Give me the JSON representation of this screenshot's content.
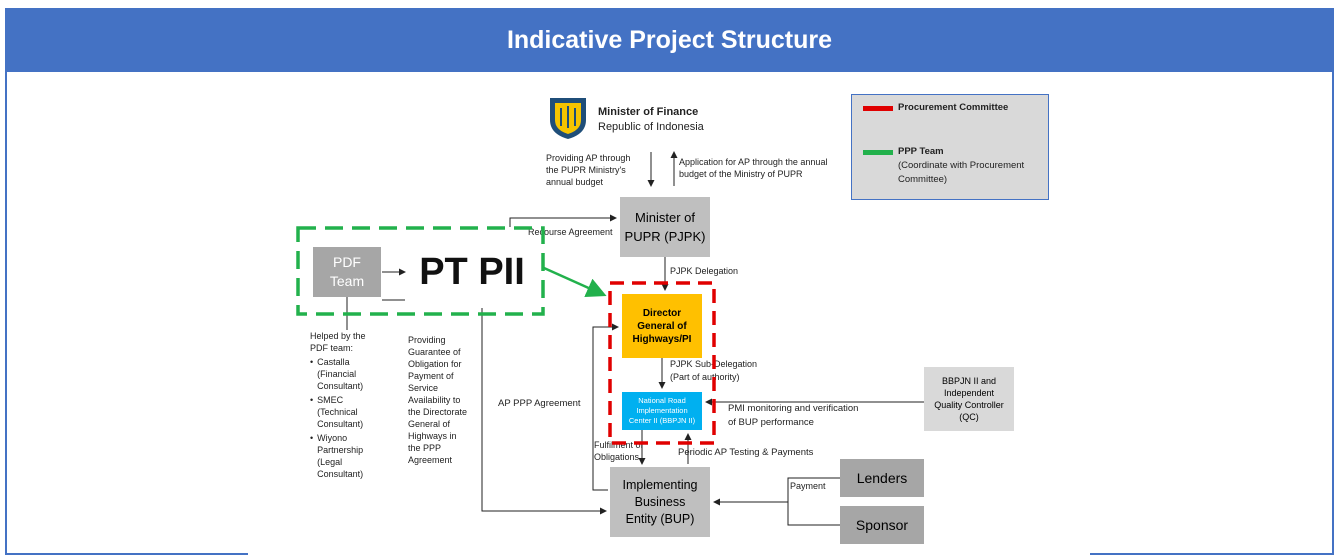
{
  "header": {
    "title": "Indicative Project Structure"
  },
  "minister_finance": {
    "name": "Minister of Finance",
    "country": "Republic of Indonesia"
  },
  "legend": {
    "procurement": {
      "label": "Procurement Committee",
      "color": "#e00000"
    },
    "ppp": {
      "label": "PPP Team",
      "note": "(Coordinate with Procurement\nCommittee)",
      "color": "#22b14c"
    }
  },
  "notes": {
    "providing_ap": "Providing AP through\nthe PUPR Ministry's\nannual budget",
    "application_ap": "Application for AP through the annual\nbudget of the Ministry of PUPR",
    "recourse": "Recourse Agreement",
    "pjpk_delegation": "PJPK Delegation",
    "pjpk_sub": "PJPK Sub-Delegation\n(Part of authority)",
    "pmi": "PMI monitoring and verification\nof BUP performance",
    "ap_ppp": "AP PPP Agreement",
    "fulfilment": "Fulfilment of\nObligations",
    "periodic": "Periodic AP Testing & Payments",
    "payment": "Payment",
    "helped": "Helped by the\nPDF team:",
    "guarantee": "Providing\nGuarantee of\nObligation for\nPayment of\nService\nAvailability to\nthe Directorate\nGeneral of\nHighways in\nthe PPP\nAgreement"
  },
  "consultants": [
    {
      "bullet": "•",
      "text": "Castalla\n(Financial\nConsultant)"
    },
    {
      "bullet": "•",
      "text": "SMEC\n(Technical\nConsultant)"
    },
    {
      "bullet": "•",
      "text": "Wiyono\nPartnership\n(Legal\nConsultant)"
    }
  ],
  "boxes": {
    "minister_pupr": "Minister of\nPUPR (PJPK)",
    "pdf_team": "PDF\nTeam",
    "pt_pii": "PT PII",
    "director": "Director\nGeneral of\nHighways/PI",
    "national_road": "National Road\nImplementation\nCenter II (BBPJN II)",
    "bbpjn": "BBPJN II and\nIndependent\nQuality Controller\n(QC)",
    "bup": "Implementing\nBusiness\nEntity (BUP)",
    "lenders": "Lenders",
    "sponsor": "Sponsor"
  },
  "colors": {
    "header": "#4472c4",
    "gray_box": "#bfbfbf",
    "dark_gray_box": "#a6a6a6",
    "director": "#ffc000",
    "national_road": "#00b0f0",
    "logo": "#1f4e79"
  }
}
